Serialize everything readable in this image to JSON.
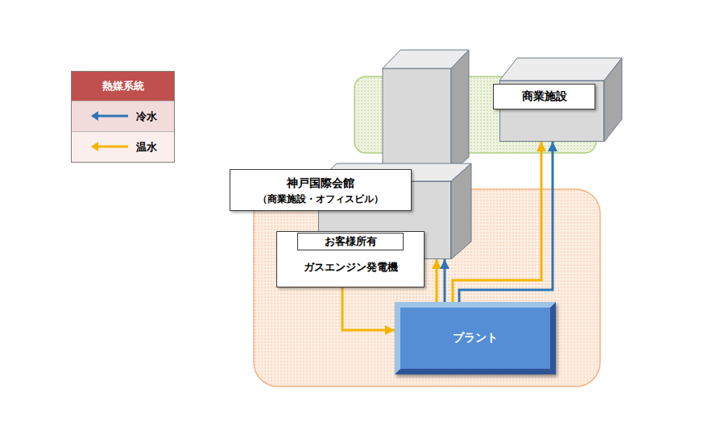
{
  "diagram": {
    "nodes": [
      {
        "text": [
          "商業施設"
        ]
      },
      {
        "text": [
          "神戸国際会館",
          "（商業施設・オフィスビル）"
        ]
      },
      {
        "text": [
          "お客様所有",
          "ガスエンジン発電機"
        ]
      },
      {
        "text": [
          "プラント"
        ]
      }
    ],
    "edges": [
      {
        "from": 2,
        "to": 3,
        "arrow": "to"
      },
      {
        "from": 3,
        "to": 0,
        "arrow": "to"
      },
      {
        "from": 3,
        "to": 0,
        "arrow": "to"
      },
      {
        "from": 3,
        "to": 1,
        "arrow": "to"
      },
      {
        "from": 3,
        "to": 1,
        "arrow": "to"
      }
    ],
    "labels": [
      "熱媒系統"
    ],
    "legend": [
      {
        "text": "冷水"
      },
      {
        "text": "温水"
      }
    ]
  }
}
